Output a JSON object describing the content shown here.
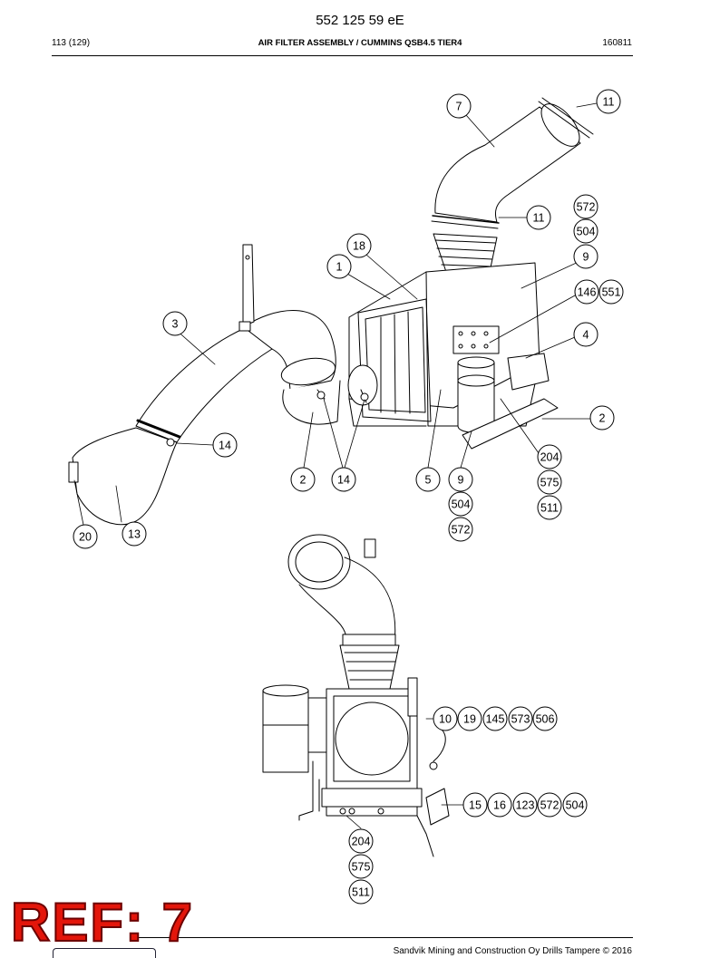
{
  "header": {
    "doc_number": "552 125 59 eE",
    "page": "113 (129)",
    "title": "AIR FILTER ASSEMBLY / CUMMINS QSB4.5 TIER4",
    "date_code": "160811"
  },
  "footer": {
    "copyright": "Sandvik Mining and Construction Oy Drills Tampere © 2016",
    "ref_stamp": "REF: 7"
  },
  "callouts": [
    {
      "id": "c-7",
      "label": "7"
    },
    {
      "id": "c-11a",
      "label": "11"
    },
    {
      "id": "c-572a",
      "label": "572"
    },
    {
      "id": "c-11b",
      "label": "11"
    },
    {
      "id": "c-504a",
      "label": "504"
    },
    {
      "id": "c-18",
      "label": "18"
    },
    {
      "id": "c-9a",
      "label": "9"
    },
    {
      "id": "c-1",
      "label": "1"
    },
    {
      "id": "c-146",
      "label": "146"
    },
    {
      "id": "c-551",
      "label": "551"
    },
    {
      "id": "c-3",
      "label": "3"
    },
    {
      "id": "c-4",
      "label": "4"
    },
    {
      "id": "c-2a",
      "label": "2"
    },
    {
      "id": "c-14a",
      "label": "14"
    },
    {
      "id": "c-204a",
      "label": "204"
    },
    {
      "id": "c-2b",
      "label": "2"
    },
    {
      "id": "c-14b",
      "label": "14"
    },
    {
      "id": "c-5",
      "label": "5"
    },
    {
      "id": "c-9b",
      "label": "9"
    },
    {
      "id": "c-575a",
      "label": "575"
    },
    {
      "id": "c-504b",
      "label": "504"
    },
    {
      "id": "c-511a",
      "label": "511"
    },
    {
      "id": "c-572b",
      "label": "572"
    },
    {
      "id": "c-13",
      "label": "13"
    },
    {
      "id": "c-20",
      "label": "20"
    },
    {
      "id": "c-10",
      "label": "10"
    },
    {
      "id": "c-19",
      "label": "19"
    },
    {
      "id": "c-145",
      "label": "145"
    },
    {
      "id": "c-573",
      "label": "573"
    },
    {
      "id": "c-506",
      "label": "506"
    },
    {
      "id": "c-15",
      "label": "15"
    },
    {
      "id": "c-16",
      "label": "16"
    },
    {
      "id": "c-123",
      "label": "123"
    },
    {
      "id": "c-572c",
      "label": "572"
    },
    {
      "id": "c-504c",
      "label": "504"
    },
    {
      "id": "c-204b",
      "label": "204"
    },
    {
      "id": "c-575b",
      "label": "575"
    },
    {
      "id": "c-511b",
      "label": "511"
    }
  ]
}
